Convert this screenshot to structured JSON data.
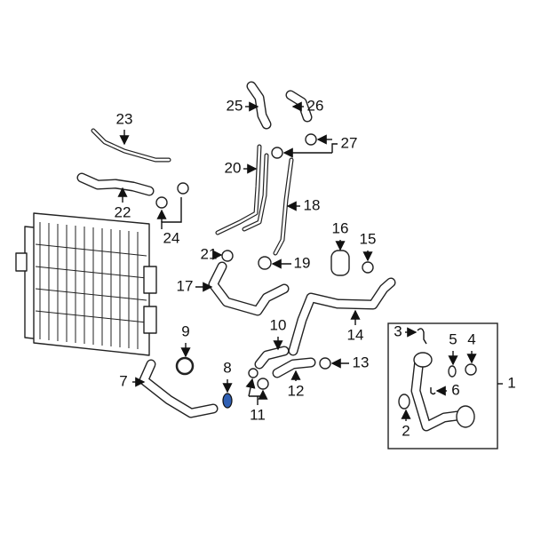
{
  "diagram": {
    "labels": {
      "p1": "1",
      "p2": "2",
      "p3": "3",
      "p4": "4",
      "p5": "5",
      "p6": "6",
      "p7": "7",
      "p8": "8",
      "p9": "9",
      "p10": "10",
      "p11": "11",
      "p12": "12",
      "p13": "13",
      "p14": "14",
      "p15": "15",
      "p16": "16",
      "p17": "17",
      "p18": "18",
      "p19": "19",
      "p20": "20",
      "p21": "21",
      "p22": "22",
      "p23": "23",
      "p24": "24",
      "p25": "25",
      "p26": "26",
      "p27": "27"
    },
    "highlight_color": "#2f5fb3"
  }
}
